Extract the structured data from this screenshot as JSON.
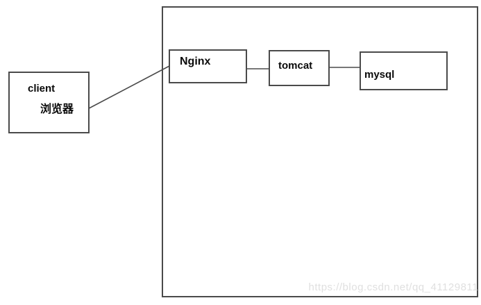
{
  "diagram": {
    "nodes": {
      "client": {
        "label": "client",
        "sublabel": "浏览器"
      },
      "nginx": {
        "label": "Nginx"
      },
      "tomcat": {
        "label": "tomcat"
      },
      "mysql": {
        "label": "mysql"
      }
    },
    "connections": [
      {
        "from": "client",
        "to": "nginx"
      },
      {
        "from": "nginx",
        "to": "tomcat"
      },
      {
        "from": "tomcat",
        "to": "mysql"
      }
    ],
    "watermark": "https://blog.csdn.net/qq_41129811",
    "colors": {
      "border": "#4a4a4a",
      "text": "#0a0a0a",
      "watermark": "#e0e0e0",
      "background": "#ffffff"
    }
  }
}
